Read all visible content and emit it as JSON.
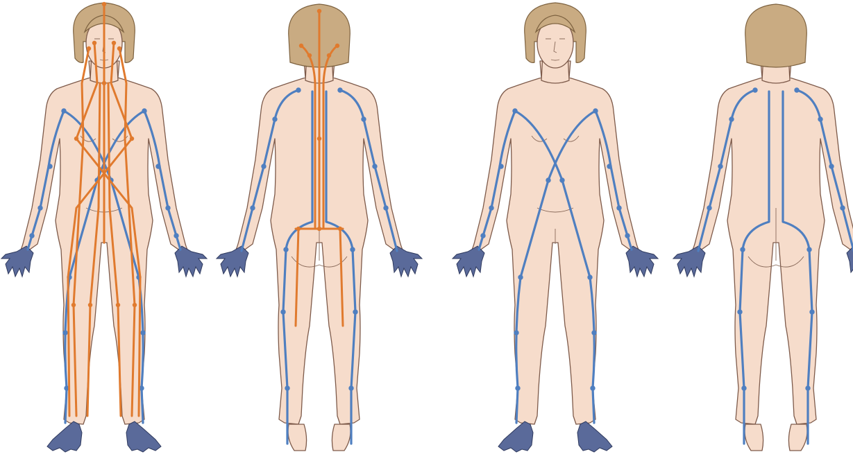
{
  "figures": [
    {
      "id": "front-both",
      "view": "front",
      "channels": [
        "blue",
        "orange"
      ]
    },
    {
      "id": "back-both",
      "view": "back",
      "channels": [
        "blue",
        "orange"
      ]
    },
    {
      "id": "front-blue",
      "view": "front",
      "channels": [
        "blue"
      ]
    },
    {
      "id": "back-blue",
      "view": "back",
      "channels": [
        "blue"
      ]
    }
  ],
  "colors": {
    "blue_line": "#4f7fc0",
    "orange_line": "#e07a2e",
    "skin": "#f6dccb",
    "hair": "#c9ab82",
    "hands_feet": "#5a6a9a"
  },
  "icons": [
    "body-front-figure",
    "body-back-figure",
    "blue-channel-line",
    "orange-channel-line"
  ]
}
